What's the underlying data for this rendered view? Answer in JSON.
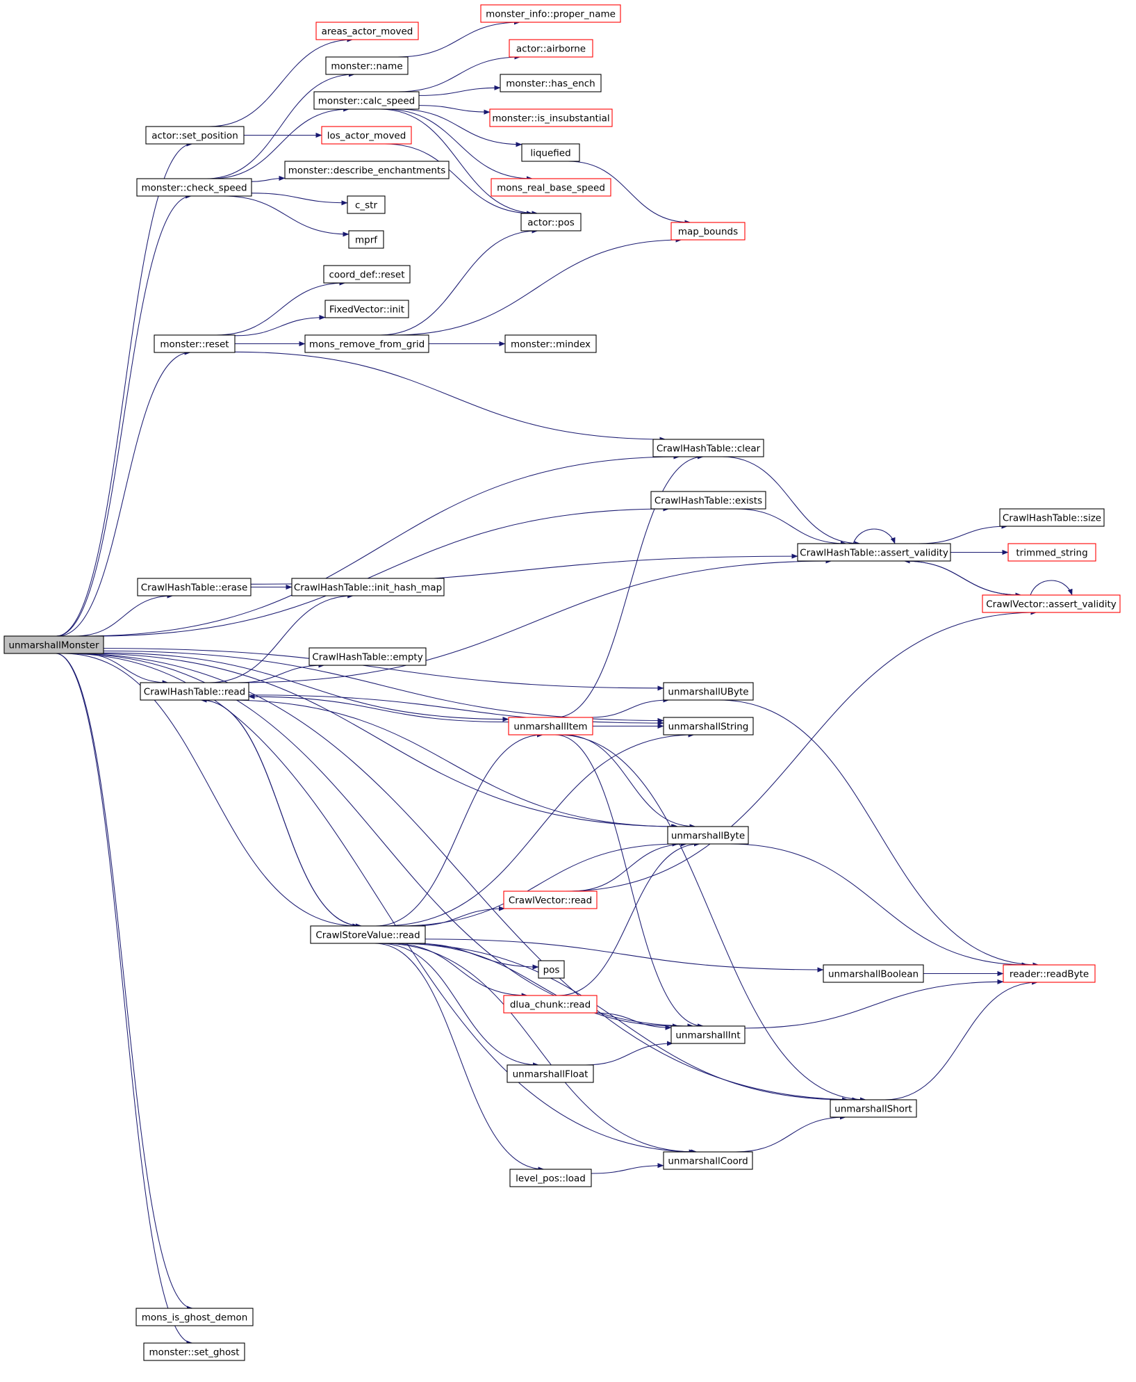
{
  "colors": {
    "edge": "#191970",
    "node_fill": "#ffffff",
    "node_border_normal": "#000000",
    "node_border_highlight": "#ff0000",
    "root_fill": "#bfbfbf"
  },
  "nodes": [
    {
      "id": "unmarshallMonster",
      "label": "unmarshallMonster",
      "style": "root"
    },
    {
      "id": "actor_set_position",
      "label": "actor::set_position",
      "style": "normal"
    },
    {
      "id": "monster_check_speed",
      "label": "monster::check_speed",
      "style": "normal"
    },
    {
      "id": "monster_reset",
      "label": "monster::reset",
      "style": "normal"
    },
    {
      "id": "crawlhash_erase",
      "label": "CrawlHashTable::erase",
      "style": "normal"
    },
    {
      "id": "crawlhash_read",
      "label": "CrawlHashTable::read",
      "style": "normal"
    },
    {
      "id": "crawlstore_read",
      "label": "CrawlStoreValue::read",
      "style": "normal"
    },
    {
      "id": "mons_is_ghost_demon",
      "label": "mons_is_ghost_demon",
      "style": "normal"
    },
    {
      "id": "monster_set_ghost",
      "label": "monster::set_ghost",
      "style": "normal"
    },
    {
      "id": "areas_actor_moved",
      "label": "areas_actor_moved",
      "style": "highlight"
    },
    {
      "id": "monster_name",
      "label": "monster::name",
      "style": "normal"
    },
    {
      "id": "monster_calc_speed",
      "label": "monster::calc_speed",
      "style": "normal"
    },
    {
      "id": "los_actor_moved",
      "label": "los_actor_moved",
      "style": "highlight"
    },
    {
      "id": "monster_describe_enchantments",
      "label": "monster::describe_enchantments",
      "style": "normal"
    },
    {
      "id": "c_str",
      "label": "c_str",
      "style": "normal"
    },
    {
      "id": "mprf",
      "label": "mprf",
      "style": "normal"
    },
    {
      "id": "coord_def_reset",
      "label": "coord_def::reset",
      "style": "normal"
    },
    {
      "id": "fixedvector_init",
      "label": "FixedVector::init",
      "style": "normal"
    },
    {
      "id": "mons_remove_from_grid",
      "label": "mons_remove_from_grid",
      "style": "normal"
    },
    {
      "id": "crawlhash_init_hash_map",
      "label": "CrawlHashTable::init_hash_map",
      "style": "normal"
    },
    {
      "id": "crawlhash_empty",
      "label": "CrawlHashTable::empty",
      "style": "normal"
    },
    {
      "id": "unmarshallItem",
      "label": "unmarshallItem",
      "style": "highlight"
    },
    {
      "id": "crawlvector_read",
      "label": "CrawlVector::read",
      "style": "highlight"
    },
    {
      "id": "pos",
      "label": "pos",
      "style": "normal"
    },
    {
      "id": "dlua_chunk_read",
      "label": "dlua_chunk::read",
      "style": "highlight"
    },
    {
      "id": "unmarshallFloat",
      "label": "unmarshallFloat",
      "style": "normal"
    },
    {
      "id": "level_pos_load",
      "label": "level_pos::load",
      "style": "normal"
    },
    {
      "id": "monster_info_proper_name",
      "label": "monster_info::proper_name",
      "style": "highlight"
    },
    {
      "id": "actor_airborne",
      "label": "actor::airborne",
      "style": "highlight"
    },
    {
      "id": "monster_has_ench",
      "label": "monster::has_ench",
      "style": "normal"
    },
    {
      "id": "monster_is_insubstantial",
      "label": "monster::is_insubstantial",
      "style": "highlight"
    },
    {
      "id": "liquefied",
      "label": "liquefied",
      "style": "normal"
    },
    {
      "id": "mons_real_base_speed",
      "label": "mons_real_base_speed",
      "style": "highlight"
    },
    {
      "id": "actor_pos",
      "label": "actor::pos",
      "style": "normal"
    },
    {
      "id": "monster_mindex",
      "label": "monster::mindex",
      "style": "normal"
    },
    {
      "id": "crawlhash_clear",
      "label": "CrawlHashTable::clear",
      "style": "normal"
    },
    {
      "id": "crawlhash_exists",
      "label": "CrawlHashTable::exists",
      "style": "normal"
    },
    {
      "id": "unmarshallUByte",
      "label": "unmarshallUByte",
      "style": "normal"
    },
    {
      "id": "unmarshallString",
      "label": "unmarshallString",
      "style": "normal"
    },
    {
      "id": "unmarshallByte",
      "label": "unmarshallByte",
      "style": "normal"
    },
    {
      "id": "unmarshallInt",
      "label": "unmarshallInt",
      "style": "normal"
    },
    {
      "id": "unmarshallCoord",
      "label": "unmarshallCoord",
      "style": "normal"
    },
    {
      "id": "map_bounds",
      "label": "map_bounds",
      "style": "highlight"
    },
    {
      "id": "crawlhash_assert_validity",
      "label": "CrawlHashTable::assert_validity",
      "style": "normal"
    },
    {
      "id": "unmarshallBoolean",
      "label": "unmarshallBoolean",
      "style": "normal"
    },
    {
      "id": "unmarshallShort",
      "label": "unmarshallShort",
      "style": "normal"
    },
    {
      "id": "crawlhash_size",
      "label": "CrawlHashTable::size",
      "style": "normal"
    },
    {
      "id": "trimmed_string",
      "label": "trimmed_string",
      "style": "highlight"
    },
    {
      "id": "crawlvector_assert_validity",
      "label": "CrawlVector::assert_validity",
      "style": "highlight"
    },
    {
      "id": "reader_readByte",
      "label": "reader::readByte",
      "style": "highlight"
    }
  ],
  "edges": [
    [
      "unmarshallMonster",
      "actor_set_position"
    ],
    [
      "unmarshallMonster",
      "monster_check_speed"
    ],
    [
      "unmarshallMonster",
      "monster_reset"
    ],
    [
      "unmarshallMonster",
      "crawlhash_clear"
    ],
    [
      "unmarshallMonster",
      "crawlhash_exists"
    ],
    [
      "unmarshallMonster",
      "unmarshallString"
    ],
    [
      "unmarshallMonster",
      "unmarshallUByte"
    ],
    [
      "unmarshallMonster",
      "crawlhash_erase"
    ],
    [
      "unmarshallMonster",
      "crawlhash_read"
    ],
    [
      "unmarshallMonster",
      "unmarshallByte"
    ],
    [
      "unmarshallMonster",
      "crawlstore_read"
    ],
    [
      "unmarshallMonster",
      "unmarshallItem"
    ],
    [
      "unmarshallMonster",
      "unmarshallInt"
    ],
    [
      "unmarshallMonster",
      "unmarshallCoord"
    ],
    [
      "unmarshallMonster",
      "unmarshallShort"
    ],
    [
      "unmarshallMonster",
      "mons_is_ghost_demon"
    ],
    [
      "unmarshallMonster",
      "monster_set_ghost"
    ],
    [
      "actor_set_position",
      "areas_actor_moved"
    ],
    [
      "actor_set_position",
      "los_actor_moved"
    ],
    [
      "monster_check_speed",
      "monster_name"
    ],
    [
      "monster_check_speed",
      "monster_calc_speed"
    ],
    [
      "monster_check_speed",
      "monster_describe_enchantments"
    ],
    [
      "monster_check_speed",
      "c_str"
    ],
    [
      "monster_check_speed",
      "mprf"
    ],
    [
      "monster_name",
      "monster_info_proper_name"
    ],
    [
      "monster_calc_speed",
      "actor_airborne"
    ],
    [
      "monster_calc_speed",
      "monster_has_ench"
    ],
    [
      "monster_calc_speed",
      "monster_is_insubstantial"
    ],
    [
      "monster_calc_speed",
      "liquefied"
    ],
    [
      "monster_calc_speed",
      "mons_real_base_speed"
    ],
    [
      "monster_calc_speed",
      "actor_pos"
    ],
    [
      "los_actor_moved",
      "actor_pos"
    ],
    [
      "liquefied",
      "map_bounds"
    ],
    [
      "monster_reset",
      "coord_def_reset"
    ],
    [
      "monster_reset",
      "fixedvector_init"
    ],
    [
      "monster_reset",
      "mons_remove_from_grid"
    ],
    [
      "monster_reset",
      "crawlhash_clear"
    ],
    [
      "mons_remove_from_grid",
      "actor_pos"
    ],
    [
      "mons_remove_from_grid",
      "map_bounds"
    ],
    [
      "mons_remove_from_grid",
      "monster_mindex"
    ],
    [
      "crawlhash_clear",
      "crawlhash_assert_validity"
    ],
    [
      "crawlhash_exists",
      "crawlhash_assert_validity"
    ],
    [
      "crawlhash_erase",
      "crawlhash_init_hash_map"
    ],
    [
      "crawlhash_erase",
      "crawlhash_assert_validity"
    ],
    [
      "crawlhash_assert_validity",
      "crawlhash_assert_validity"
    ],
    [
      "crawlhash_assert_validity",
      "crawlhash_size"
    ],
    [
      "crawlhash_assert_validity",
      "trimmed_string"
    ],
    [
      "crawlhash_assert_validity",
      "crawlvector_assert_validity"
    ],
    [
      "crawlvector_assert_validity",
      "crawlhash_assert_validity"
    ],
    [
      "crawlvector_assert_validity",
      "crawlvector_assert_validity"
    ],
    [
      "crawlhash_read",
      "crawlhash_init_hash_map"
    ],
    [
      "crawlhash_read",
      "crawlhash_assert_validity"
    ],
    [
      "crawlhash_read",
      "crawlhash_empty"
    ],
    [
      "crawlhash_read",
      "unmarshallString"
    ],
    [
      "crawlhash_read",
      "unmarshallByte"
    ],
    [
      "crawlhash_read",
      "crawlstore_read"
    ],
    [
      "crawlstore_read",
      "crawlhash_read"
    ],
    [
      "crawlstore_read",
      "unmarshallItem"
    ],
    [
      "crawlstore_read",
      "unmarshallString"
    ],
    [
      "crawlstore_read",
      "unmarshallByte"
    ],
    [
      "crawlstore_read",
      "crawlvector_read"
    ],
    [
      "crawlstore_read",
      "unmarshallBoolean"
    ],
    [
      "crawlstore_read",
      "pos"
    ],
    [
      "crawlstore_read",
      "dlua_chunk_read"
    ],
    [
      "crawlstore_read",
      "unmarshallInt"
    ],
    [
      "crawlstore_read",
      "unmarshallFloat"
    ],
    [
      "crawlstore_read",
      "unmarshallShort"
    ],
    [
      "crawlstore_read",
      "unmarshallCoord"
    ],
    [
      "crawlstore_read",
      "level_pos_load"
    ],
    [
      "unmarshallItem",
      "crawlhash_clear"
    ],
    [
      "unmarshallItem",
      "unmarshallUByte"
    ],
    [
      "unmarshallItem",
      "unmarshallString"
    ],
    [
      "unmarshallItem",
      "crawlhash_read"
    ],
    [
      "unmarshallItem",
      "unmarshallByte"
    ],
    [
      "unmarshallItem",
      "unmarshallInt"
    ],
    [
      "unmarshallItem",
      "unmarshallShort"
    ],
    [
      "crawlvector_read",
      "unmarshallByte"
    ],
    [
      "crawlvector_read",
      "crawlvector_assert_validity"
    ],
    [
      "dlua_chunk_read",
      "unmarshallByte"
    ],
    [
      "dlua_chunk_read",
      "unmarshallInt"
    ],
    [
      "unmarshallFloat",
      "unmarshallInt"
    ],
    [
      "level_pos_load",
      "unmarshallCoord"
    ],
    [
      "unmarshallCoord",
      "unmarshallShort"
    ],
    [
      "unmarshallUByte",
      "reader_readByte"
    ],
    [
      "unmarshallByte",
      "reader_readByte"
    ],
    [
      "unmarshallBoolean",
      "reader_readByte"
    ],
    [
      "unmarshallInt",
      "reader_readByte"
    ],
    [
      "unmarshallShort",
      "reader_readByte"
    ]
  ]
}
